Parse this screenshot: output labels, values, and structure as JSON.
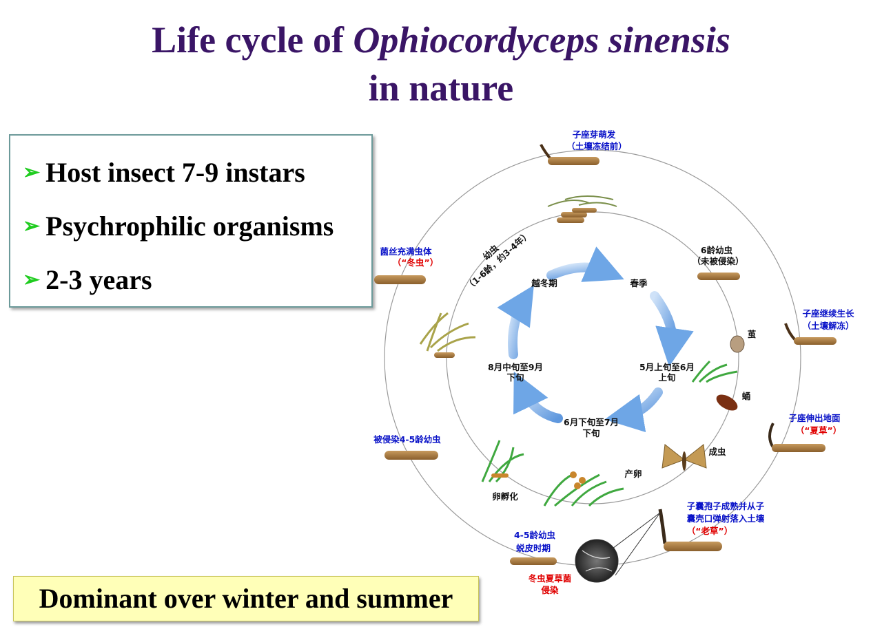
{
  "title": {
    "line1_prefix": "Life cycle of",
    "line1_species": "Ophiocordyceps sinensis",
    "line2": "in nature"
  },
  "bullets": [
    {
      "text": "Host insect 7-9 instars"
    },
    {
      "text": "Psychrophilic organisms"
    },
    {
      "text": "2-3 years"
    }
  ],
  "bottom_note": "Dominant over winter and summer",
  "colors": {
    "title": "#3a1566",
    "bullet_arrow": "#1fcc1f",
    "label_blue": "#0a13c8",
    "label_red": "#e00000",
    "cycle_arrow": "#7aaee8"
  },
  "diagram": {
    "inner_cycle": {
      "winter": "越冬期",
      "spring": "春季",
      "may_june": [
        "5月上旬至6月",
        "上旬"
      ],
      "june_july": [
        "6月下旬至7月",
        "下旬"
      ],
      "aug_sep": [
        "8月中旬至9月",
        "下旬"
      ]
    },
    "larva_arc": [
      "幼虫",
      "（1-6龄，约3-4年）"
    ],
    "stages": {
      "stroma_bud": [
        "子座芽萌发",
        "（土壤冻结前）"
      ],
      "larva_6": [
        "6龄幼虫",
        "（未被侵染）"
      ],
      "cocoon": "茧",
      "pupa": "蛹",
      "adult": "成虫",
      "egg_laying": "产卵",
      "egg_hatch": "卵孵化",
      "molting": [
        "4-5龄幼虫",
        "蜕皮时期"
      ],
      "infected_45": "被侵染4-5龄幼虫",
      "mycelium_fill": "菌丝充满虫体",
      "winter_worm": "（“冬虫”）",
      "stroma_grow": [
        "子座继续生长",
        "（土壤解冻）"
      ],
      "stroma_emerge": "子座伸出地面",
      "summer_grass": "（“夏草”）",
      "ascospore": [
        "子囊孢子成熟并从子",
        "囊壳口弹射落入土壤"
      ],
      "old_grass": "（“老草”）",
      "infection": [
        "冬虫夏草菌",
        "侵染"
      ]
    }
  }
}
